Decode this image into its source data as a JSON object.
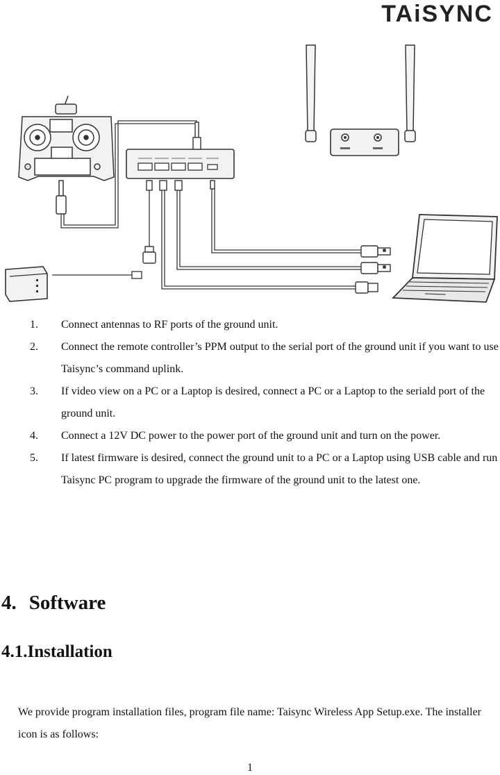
{
  "logo": {
    "text": "TAiSYNC"
  },
  "steps": [
    {
      "number": "1.",
      "text": "Connect antennas to RF ports of the ground unit."
    },
    {
      "number": "2.",
      "text": "Connect the remote controller’s PPM output to the serial port of the ground unit if you want to use Taisync’s command uplink."
    },
    {
      "number": "3.",
      "text": "If video view on a PC or a Laptop is desired, connect a PC or a Laptop to the seriald port of the ground unit."
    },
    {
      "number": "4.",
      "text": "Connect a 12V DC power to the power port of the ground unit and turn on the power."
    },
    {
      "number": "5.",
      "text": "If latest firmware is desired, connect the ground unit to a PC or a Laptop using USB cable and run Taisync PC program to upgrade the firmware of the ground unit to the latest one."
    }
  ],
  "section": {
    "number": "4.",
    "title": "Software"
  },
  "subsection": {
    "title": "4.1.Installation"
  },
  "paragraph": "We provide program installation files, program file name: Taisync Wireless App Setup.exe. The installer icon is as follows:",
  "page_number": "1",
  "colors": {
    "line": "#333333",
    "fill": "#f2f2f2",
    "text": "#111111"
  }
}
